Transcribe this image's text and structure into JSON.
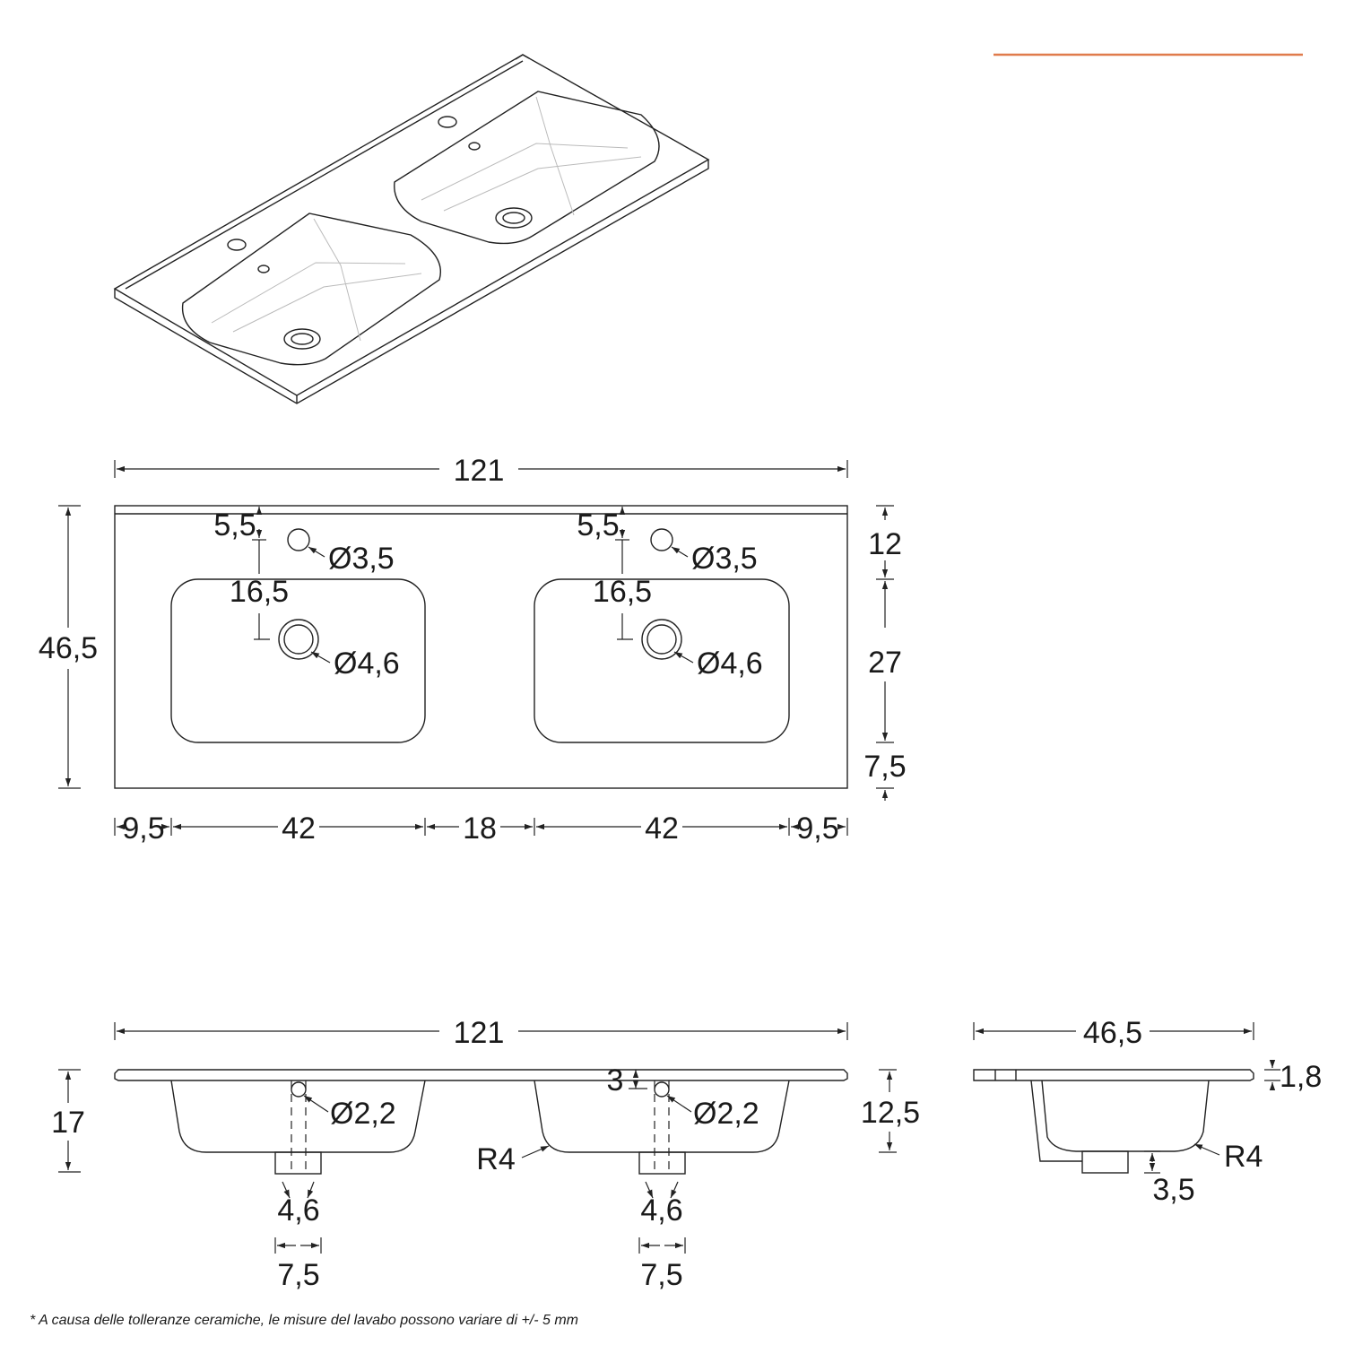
{
  "accent_color": "#e07b4c",
  "plan_view": {
    "overall_width": "121",
    "overall_depth": "46,5",
    "left_basin": {
      "tap_offset": "5,5",
      "tap_hole": "Ø3,5",
      "drain_offset": "16,5",
      "drain_hole": "Ø4,6"
    },
    "right_basin": {
      "tap_offset": "5,5",
      "tap_hole": "Ø3,5",
      "drain_offset": "16,5",
      "drain_hole": "Ø4,6"
    },
    "depth_segments": [
      "12",
      "27",
      "7,5"
    ],
    "width_segments": [
      "9,5",
      "42",
      "18",
      "42",
      "9,5"
    ]
  },
  "front_view": {
    "overall_width": "121",
    "total_height": "17",
    "basin_depth": "12,5",
    "top_offset": "3",
    "corner_radius": "R4",
    "left_basin": {
      "overflow_hole": "Ø2,2",
      "drain_inner": "4,6",
      "drain_outer": "7,5"
    },
    "right_basin": {
      "overflow_hole": "Ø2,2",
      "drain_inner": "4,6",
      "drain_outer": "7,5"
    }
  },
  "side_view": {
    "overall_depth": "46,5",
    "slab_thickness": "1,8",
    "corner_radius": "R4",
    "bottom_offset": "3,5"
  },
  "footnote": "* A causa delle tolleranze ceramiche, le misure del lavabo possono variare di +/- 5 mm"
}
